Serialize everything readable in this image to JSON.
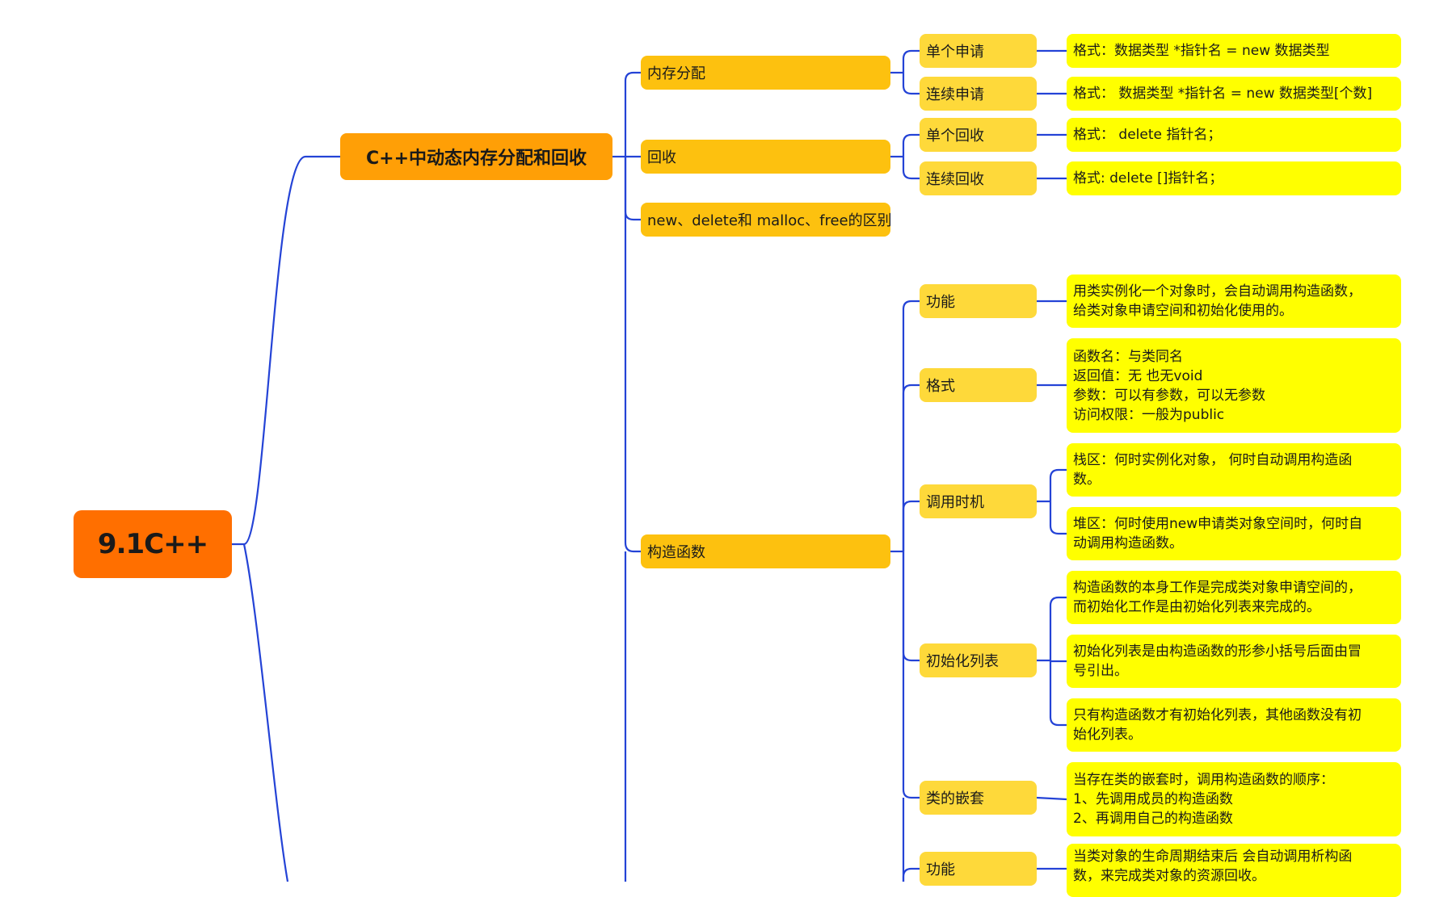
{
  "root": {
    "label": "9.1C++"
  },
  "section": {
    "label": "C++中动态内存分配和回收"
  },
  "alloc": {
    "label": "内存分配",
    "single": {
      "label": "单个申请",
      "detail": "格式：数据类型 *指针名 = new 数据类型"
    },
    "continuous": {
      "label": "连续申请",
      "detail": "格式：  数据类型 *指针名 = new 数据类型[个数]"
    }
  },
  "recycle": {
    "label": "回收",
    "single": {
      "label": "单个回收",
      "detail": "格式：  delete 指针名；"
    },
    "continuous": {
      "label": "连续回收",
      "detail": "格式: delete []指针名；"
    }
  },
  "diff": {
    "label": "new、delete和 malloc、free的区别"
  },
  "ctor": {
    "label": "构造函数",
    "function": {
      "label": "功能",
      "detail": "用类实例化一个对象时，会自动调用构造函数，\n给类对象申请空间和初始化使用的。"
    },
    "format": {
      "label": "格式",
      "detail": "函数名：与类同名\n返回值：无 也无void\n参数：可以有参数，可以无参数\n访问权限：一般为public"
    },
    "timing": {
      "label": "调用时机",
      "stack": "栈区：何时实例化对象， 何时自动调用构造函\n数。",
      "heap": "堆区：何时使用new申请类对象空间时，何时自\n动调用构造函数。"
    },
    "initlist": {
      "label": "初始化列表",
      "note1": "构造函数的本身工作是完成类对象申请空间的，\n而初始化工作是由初始化列表来完成的。",
      "note2": "初始化列表是由构造函数的形参小括号后面由冒\n号引出。",
      "note3": "只有构造函数才有初始化列表，其他函数没有初\n始化列表。"
    },
    "nesting": {
      "label": "类的嵌套",
      "detail": "当存在类的嵌套时，调用构造函数的顺序：\n1、先调用成员的构造函数\n2、再调用自己的构造函数"
    }
  },
  "dtor": {
    "function": {
      "label": "功能",
      "detail": "当类对象的生命周期结束后 会自动调用析构函\n数，来完成类对象的资源回收。"
    }
  },
  "colors": {
    "line": "#2443d6",
    "root": "#ff6f00",
    "level1": "#ff9f06",
    "level2": "#fdc10f",
    "level3": "#fed93a",
    "leaf": "#ffff00"
  }
}
